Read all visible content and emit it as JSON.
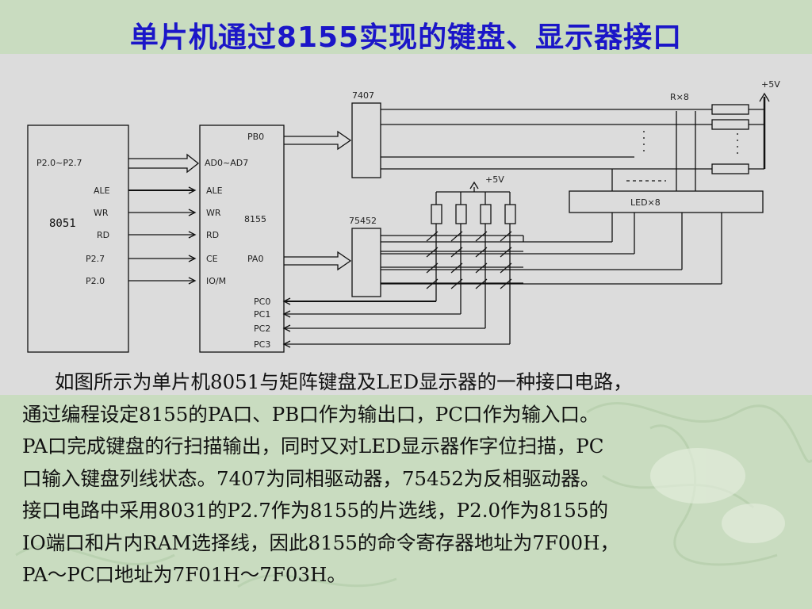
{
  "slide": {
    "title": "单片机通过8155实现的键盘、显示器接口"
  },
  "diagram": {
    "mcu_label": "8051",
    "mcu_pins": [
      "P2.0~P2.7",
      "ALE",
      "WR",
      "RD",
      "P2.7",
      "P2.0"
    ],
    "chip_pins": [
      "PB0",
      "AD0~AD7",
      "ALE",
      "WR",
      "RD",
      "CE",
      "IO/M",
      "PA0",
      "PC0",
      "PC1",
      "PC2",
      "PC3"
    ],
    "chip_label": "8155",
    "driver_top": "7407",
    "driver_bottom": "75452",
    "vcc_top": "+5V",
    "vcc_key": "+5V",
    "led_box": "LED×8",
    "res_label": "R×8"
  },
  "body": {
    "lines": [
      "如图所示为单片机8051与矩阵键盘及LED显示器的一种接口电路，",
      "通过编程设定8155的PA口、PB口作为输出口，PC口作为输入口。",
      "PA口完成键盘的行扫描输出，同时又对LED显示器作字位扫描，PC",
      "口输入键盘列线状态。7407为同相驱动器，75452为反相驱动器。",
      "接口电路中采用8031的P2.7作为8155的片选线，P2.0作为8155的",
      "IO端口和片内RAM选择线，因此8155的命令寄存器地址为7F00H，",
      "PA～PC口地址为7F01H～7F03H。"
    ]
  }
}
